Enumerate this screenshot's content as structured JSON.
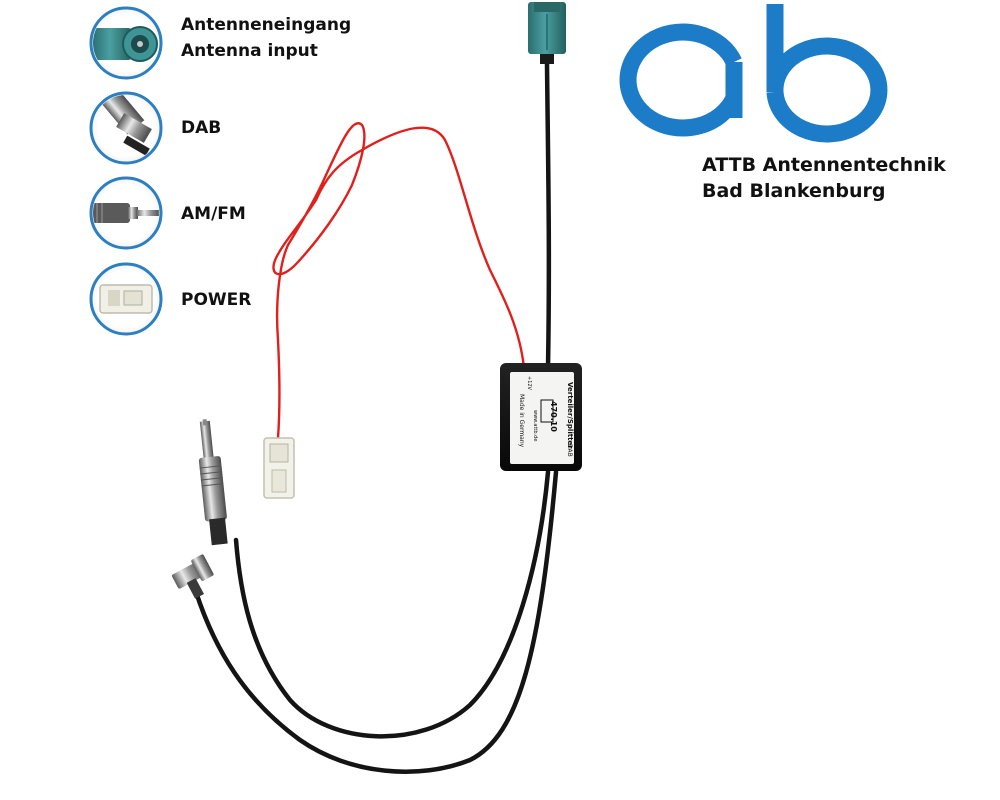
{
  "legend": {
    "antenna_input_de": "Antenneneingang",
    "antenna_input_en": "Antenna input",
    "dab": "DAB",
    "amfm": "AM/FM",
    "power": "POWER"
  },
  "brand": {
    "line1": "ATTB Antennentechnik",
    "line2": "Bad Blankenburg",
    "logo_color": "#1c7cc7"
  },
  "splitter_box": {
    "title": "Verteiler/Splitter",
    "model": "470.10",
    "origin": "Made in Germany",
    "port_dab": "DAB",
    "port_power": "+12V",
    "web": "www.attb.de"
  },
  "colors": {
    "fakra_body": "#3a8a8c",
    "cable_black": "#141414",
    "wire_red": "#e0201c",
    "icon_ring": "#2c7fc0"
  }
}
